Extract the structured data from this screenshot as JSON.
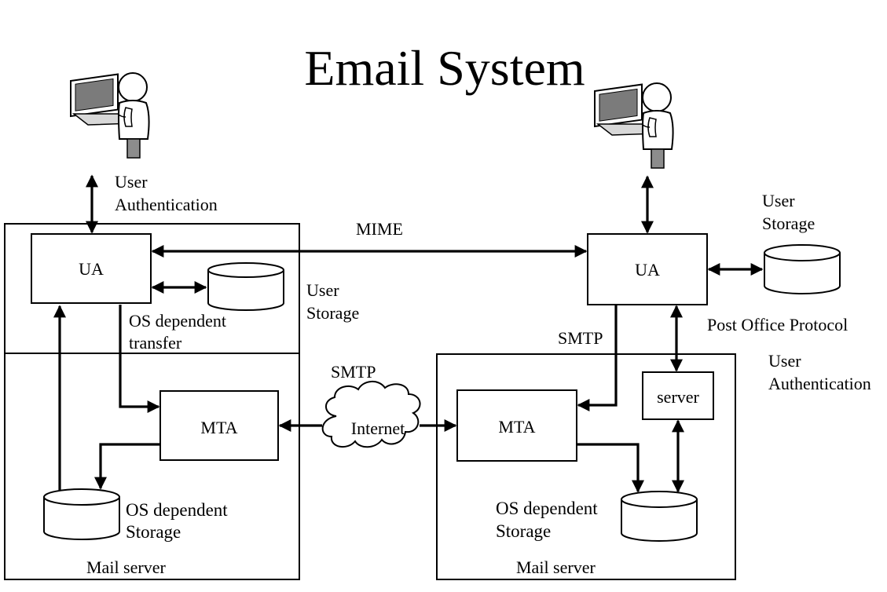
{
  "title": "Email System",
  "left": {
    "ua": "UA",
    "user_auth": [
      "User",
      "Authentication"
    ],
    "user_storage": [
      "User",
      "Storage"
    ],
    "os_transfer": [
      "OS dependent",
      "transfer"
    ],
    "mta": "MTA",
    "os_storage": [
      "OS dependent",
      "Storage"
    ],
    "mail_server": "Mail server"
  },
  "right": {
    "ua": "UA",
    "user_storage": [
      "User",
      "Storage"
    ],
    "pop": "Post Office Protocol",
    "user_auth": [
      "User",
      "Authentication"
    ],
    "smtp": "SMTP",
    "server": "server",
    "mta": "MTA",
    "os_storage": [
      "OS dependent",
      "Storage"
    ],
    "mail_server": "Mail server"
  },
  "middle": {
    "mime": "MIME",
    "smtp": "SMTP",
    "internet": "Internet"
  },
  "colors": {
    "ink": "#000000",
    "background": "#ffffff",
    "screen": "#7b7b7b",
    "skin": "#ffffff"
  },
  "icons": [
    "user-at-laptop-icon",
    "database-cylinder-icon",
    "cloud-icon"
  ]
}
